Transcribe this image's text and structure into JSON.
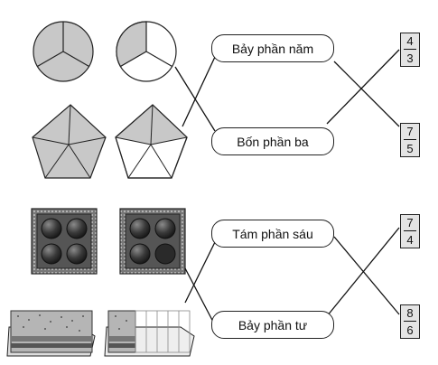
{
  "labels": [
    "Bảy phần năm",
    "Bốn phần ba",
    "Tám phần sáu",
    "Bảy phần tư"
  ],
  "fractions": [
    {
      "numerator": "4",
      "denominator": "3"
    },
    {
      "numerator": "7",
      "denominator": "5"
    },
    {
      "numerator": "7",
      "denominator": "4"
    },
    {
      "numerator": "8",
      "denominator": "6"
    }
  ],
  "colors": {
    "shade": "#c8c8c8",
    "line": "#222222",
    "fraction_bg": "#e4e4e4",
    "ball": "#3a3a3a",
    "frame": "#5a5a5a"
  }
}
